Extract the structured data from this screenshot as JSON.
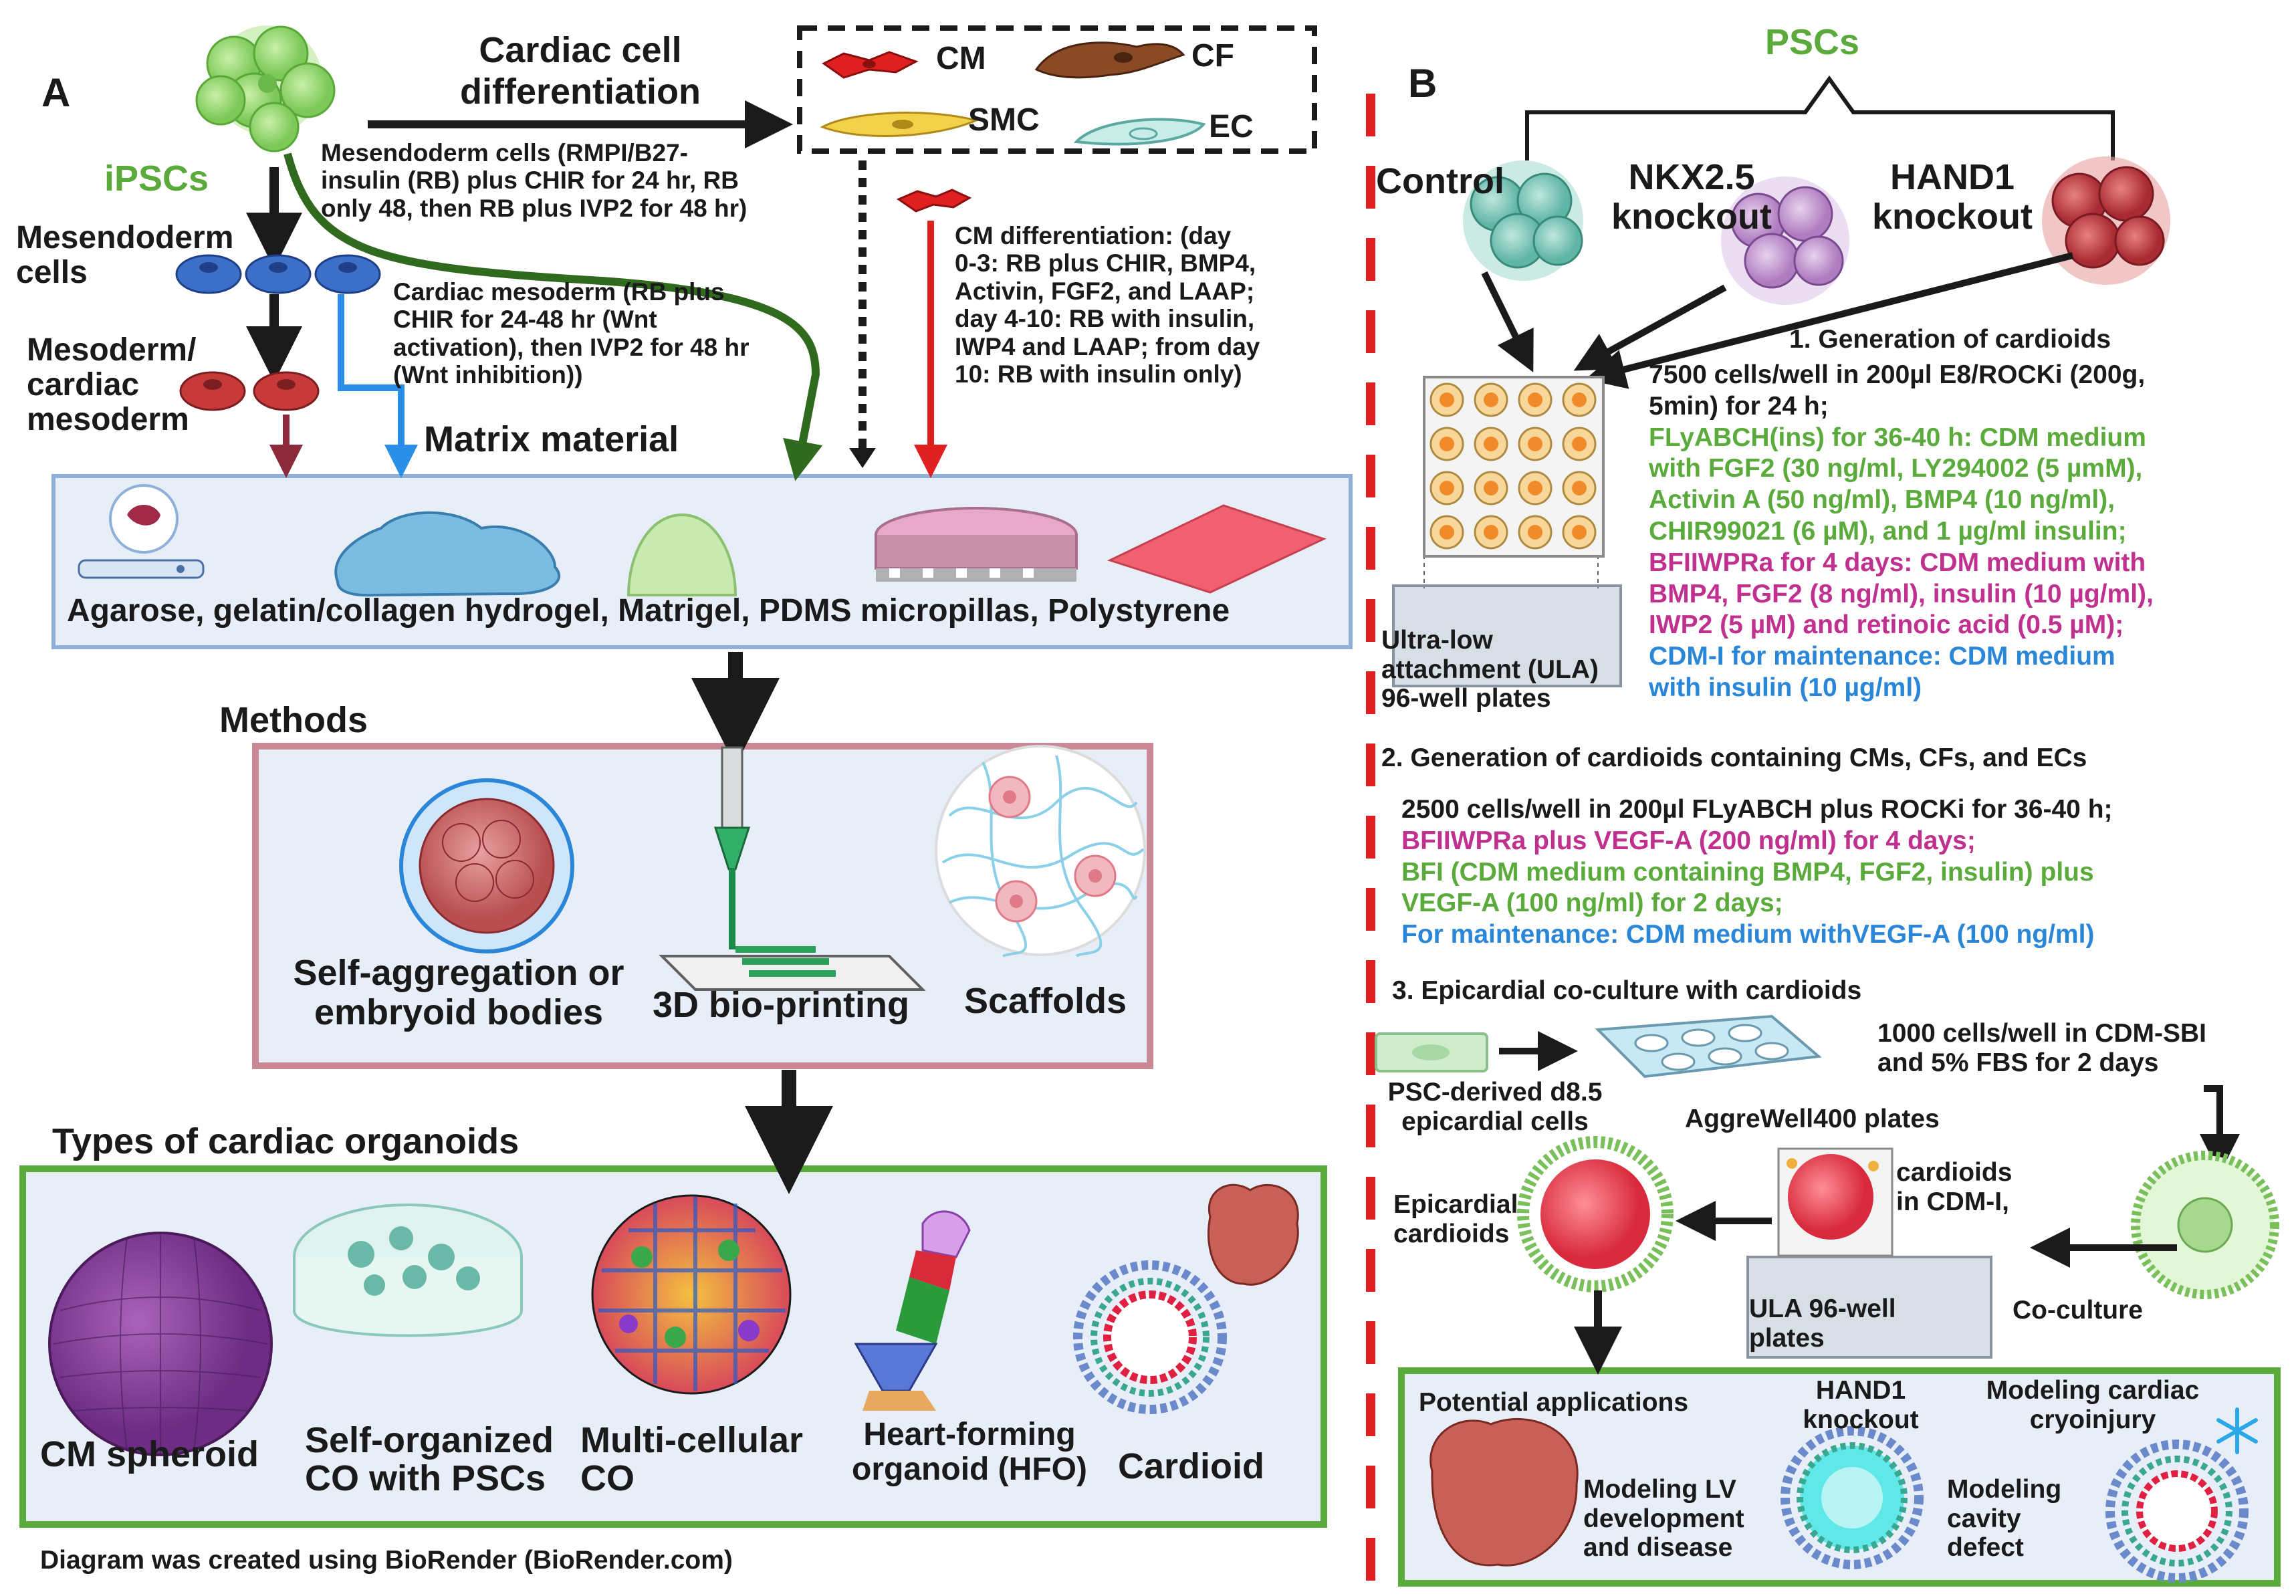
{
  "panelA": {
    "label": "A",
    "ipscs": "iPSCs",
    "cardiac_diff": [
      "Cardiac cell",
      "differentiation"
    ],
    "mesendoderm_note": [
      "Mesendoderm cells (RMPI/B27-",
      "insulin (RB) plus CHIR for 24 hr, RB",
      "only 48, then RB plus IVP2 for 48 hr)"
    ],
    "mesendoderm_label": [
      "Mesendoderm",
      "cells"
    ],
    "mesoderm_label": [
      "Mesoderm/",
      "cardiac",
      "mesoderm"
    ],
    "cardiac_mesoderm_note": [
      "Cardiac mesoderm (RB plus",
      "CHIR for 24-48 hr (Wnt",
      "activation), then IVP2 for 48 hr",
      "(Wnt inhibition))"
    ],
    "cell_types": {
      "cm": "CM",
      "cf": "CF",
      "smc": "SMC",
      "ec": "EC"
    },
    "cm_diff_note": [
      "CM differentiation: (day",
      "0-3: RB plus CHIR, BMP4,",
      "Activin, FGF2, and LAAP;",
      "day 4-10: RB with insulin,",
      "IWP4 and LAAP; from day",
      "10: RB with insulin only)"
    ],
    "matrix_title": "Matrix material",
    "matrix_items": "Agarose, gelatin/collagen hydrogel, Matrigel, PDMS micropillas, Polystyrene",
    "methods_title": "Methods",
    "methods": {
      "self_agg": [
        "Self-aggregation or",
        "embryoid bodies"
      ],
      "bioprint": "3D bio-printing",
      "scaffolds": "Scaffolds"
    },
    "types_title": "Types of cardiac organoids",
    "types": {
      "cm_spheroid": "CM spheroid",
      "self_org": [
        "Self-organized",
        "CO with PSCs"
      ],
      "multi": [
        "Multi-cellular",
        "CO"
      ],
      "hfo": [
        "Heart-forming",
        "organoid (HFO)"
      ],
      "cardioid": "Cardioid"
    },
    "credit": "Diagram was created using BioRender (BioRender.com)"
  },
  "panelB": {
    "label": "B",
    "pscs": "PSCs",
    "control": "Control",
    "nkx": [
      "NKX2.5",
      "knockout"
    ],
    "hand1": [
      "HAND1",
      "knockout"
    ],
    "step1_title": "1.  Generation of cardioids",
    "step1_lines": [
      {
        "text": "7500 cells/well in 200µl E8/ROCKi (200g,",
        "color": "#1a1a1a"
      },
      {
        "text": "5min) for 24 h;",
        "color": "#1a1a1a"
      },
      {
        "text": "FLyABCH(ins) for 36-40 h: CDM medium",
        "color": "#5aab3c"
      },
      {
        "text": "with FGF2 (30 ng/ml, LY294002 (5 µmM),",
        "color": "#5aab3c"
      },
      {
        "text": "Activin A (50 ng/ml), BMP4 (10 ng/ml),",
        "color": "#5aab3c"
      },
      {
        "text": "CHIR99021 (6 µM), and 1 µg/ml insulin;",
        "color": "#5aab3c"
      },
      {
        "text": "BFIIWPRa for 4 days: CDM medium with",
        "color": "#c0308e"
      },
      {
        "text": "BMP4, FGF2 (8 ng/ml), insulin (10 µg/ml),",
        "color": "#c0308e"
      },
      {
        "text": "IWP2 (5 µM) and retinoic acid (0.5 µM);",
        "color": "#c0308e"
      },
      {
        "text": "CDM-I for maintenance: CDM medium",
        "color": "#2a86d8"
      },
      {
        "text": "with insulin (10 µg/ml)",
        "color": "#2a86d8"
      }
    ],
    "ula_label": [
      "Ultra-low",
      "attachment (ULA)",
      "96-well plates"
    ],
    "step2_title": "2. Generation of cardioids containing CMs, CFs, and ECs",
    "step2_lines": [
      {
        "text": "2500 cells/well in 200µl FLyABCH plus ROCKi for 36-40 h;",
        "color": "#1a1a1a"
      },
      {
        "text": "BFIIWPRa plus VEGF-A (200 ng/ml) for 4 days;",
        "color": "#c0308e"
      },
      {
        "text": "BFI (CDM medium containing BMP4, FGF2, insulin) plus",
        "color": "#5aab3c"
      },
      {
        "text": "VEGF-A (100 ng/ml) for 2 days;",
        "color": "#5aab3c"
      },
      {
        "text": "For maintenance: CDM medium withVEGF-A (100 ng/ml)",
        "color": "#2a86d8"
      }
    ],
    "step3_title": "3. Epicardial co-culture with cardioids",
    "epicardial_cells": [
      "PSC-derived d8.5",
      "epicardial cells"
    ],
    "aggrewell": "AggreWell400 plates",
    "cdm_sbi": [
      "1000 cells/well in CDM-SBI",
      "and 5% FBS for 2 days"
    ],
    "epicardial_cardioids": [
      "Epicardial",
      "cardioids"
    ],
    "cardioids_cdm": [
      "cardioids",
      "in CDM-I,"
    ],
    "ula96": [
      "ULA 96-well",
      "plates"
    ],
    "coculture": "Co-culture",
    "apps": {
      "title": "Potential applications",
      "hand1": [
        "HAND1",
        "knockout"
      ],
      "cryo": [
        "Modeling cardiac",
        "cryoinjury"
      ],
      "lv": [
        "Modeling LV",
        "development",
        "and disease"
      ],
      "cavity": [
        "Modeling",
        "cavity",
        "defect"
      ]
    }
  },
  "colors": {
    "panel_fill": "#e8eef8",
    "panel_border_matrix": "#8fb0d8",
    "panel_border_methods": "#c98a96",
    "panel_border_types": "#5aab3c",
    "divider": "#e02020",
    "arrow_red": "#e02020",
    "arrow_blue": "#2a8ee8",
    "arrow_green": "#2f6a1e"
  }
}
